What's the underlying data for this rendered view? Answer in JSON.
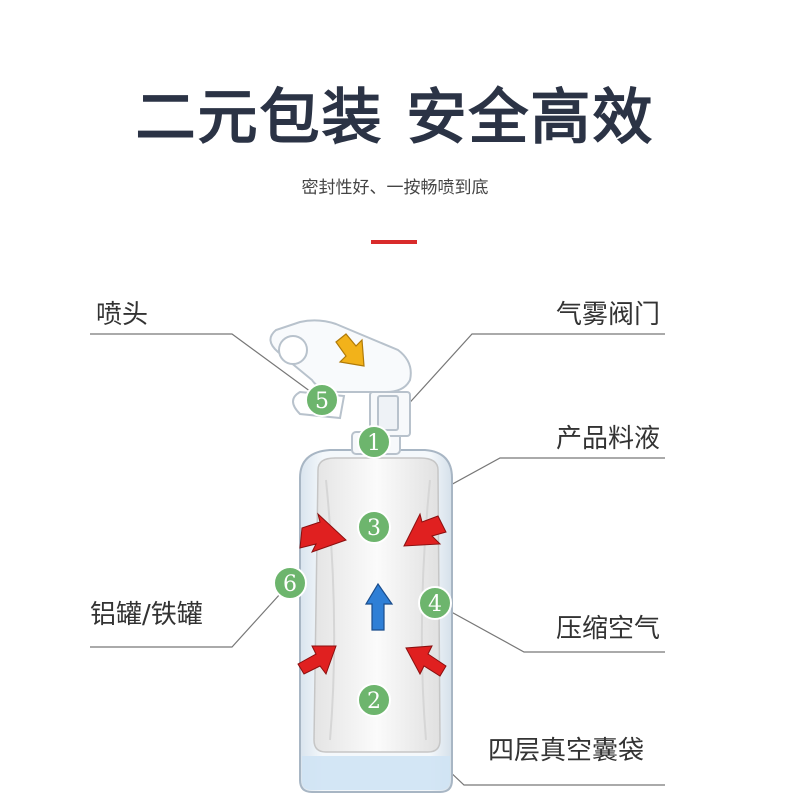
{
  "header": {
    "title": "二元包装 安全高效",
    "subtitle": "密封性好、一按畅喷到底"
  },
  "labels": {
    "nozzle": "喷头",
    "valve": "气雾阀门",
    "product": "产品料液",
    "can": "铝罐/铁罐",
    "air": "压缩空气",
    "bag": "四层真空囊袋"
  },
  "markers": [
    "1",
    "2",
    "3",
    "4",
    "5",
    "6"
  ],
  "colors": {
    "title": "#2b3345",
    "accent_bar": "#d92b2b",
    "marker": "#6db56d",
    "pressure_arrow": "#e02020",
    "flow_arrow": "#2f7fd6",
    "press_arrow": "#f2b21a"
  },
  "icons": {
    "pressure": "red-arrow-icon",
    "flow": "blue-up-arrow-icon",
    "press": "yellow-press-arrow-icon"
  }
}
